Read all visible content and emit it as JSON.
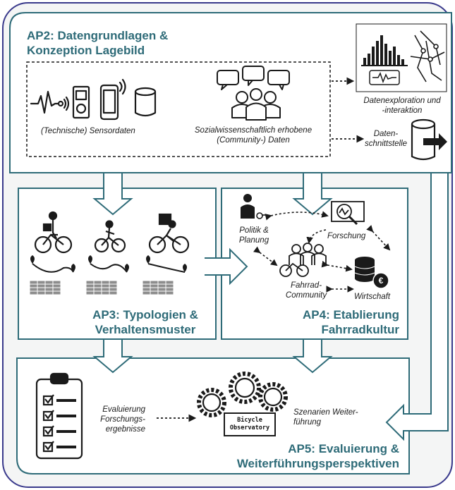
{
  "ap2": {
    "title_line1": "AP2: Datengrundlagen &",
    "title_line2": "Konzeption Lagebild"
  },
  "sources": {
    "sensor_label": "(Technische) Sensordaten",
    "social_line1": "Sozialwissenschaftlich erhobene",
    "social_line2": "(Community-) Daten"
  },
  "outputs": {
    "exploration_line1": "Datenexploration und",
    "exploration_line2": "-interaktion",
    "interface_line1": "Daten-",
    "interface_line2": "schnittstelle"
  },
  "ap3": {
    "title_line1": "AP3: Typologien &",
    "title_line2": "Verhaltensmuster"
  },
  "ap4": {
    "title_line1": "AP4: Etablierung",
    "title_line2": "Fahrradkultur",
    "actors": {
      "politik_line1": "Politik &",
      "politik_line2": "Planung",
      "forschung": "Forschung",
      "community_line1": "Fahrrad-",
      "community_line2": "Community",
      "wirtschaft": "Wirtschaft"
    }
  },
  "ap5": {
    "title_line1": "AP5: Evaluierung &",
    "title_line2": "Weiterführungsperspektiven",
    "eval_line1": "Evaluierung",
    "eval_line2": "Forschungs-",
    "eval_line3": "ergebnisse",
    "observatory_line1": "Bicycle",
    "observatory_line2": "Observatory",
    "szenarien_line1": "Szenarien Weiter-",
    "szenarien_line2": "führung"
  },
  "colors": {
    "border": "#2e6b78",
    "title": "#2e6b78",
    "frame": "#3a3a8c",
    "icon": "#1a1a1a"
  }
}
